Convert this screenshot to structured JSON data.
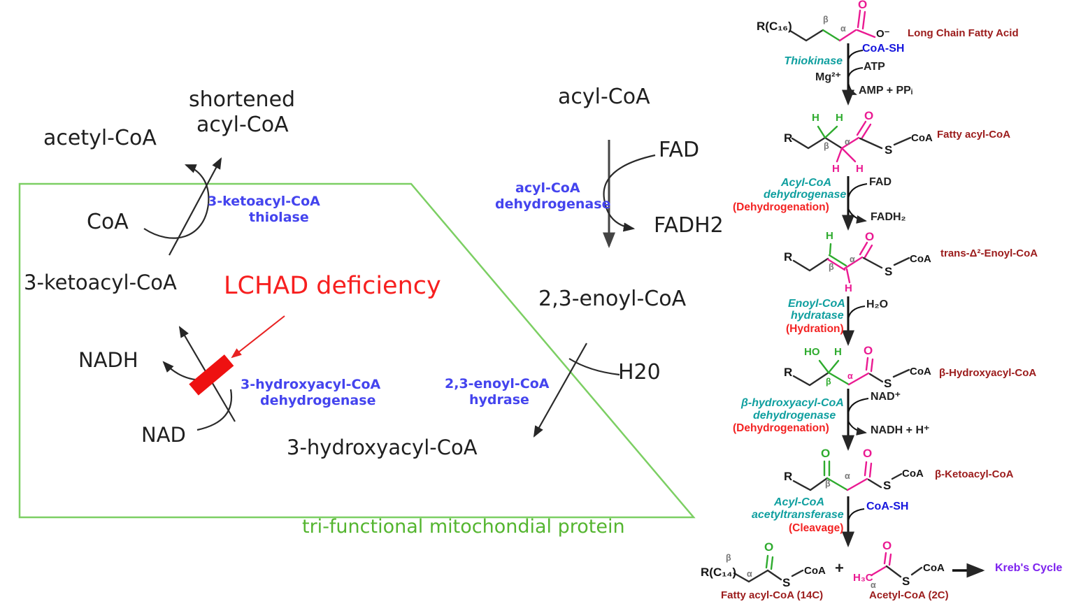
{
  "colors": {
    "enzyme_blue": "#4444ee",
    "deficiency_red": "#f71f1f",
    "box_green": "#7ccf63",
    "label_green": "#54b52f",
    "compound_dark_red": "#9b1b1b",
    "enzyme_teal": "#0f9f9f",
    "reaction_red": "#f32222",
    "coash_blue": "#1616dd",
    "bond_pink": "#ea1a92",
    "bond_green": "#2eab2e",
    "krebs_purple": "#7d22ee",
    "block_red": "#ee1111"
  },
  "left": {
    "acetyl_coa": "acetyl-CoA",
    "shortened_1": "shortened",
    "shortened_2": "acyl-CoA",
    "coa": "CoA",
    "enz_thiolase_1": "3-ketoacyl-CoA",
    "enz_thiolase_2": "thiolase",
    "ketoacyl": "3-ketoacyl-CoA",
    "lchad": "LCHAD deficiency",
    "nadh": "NADH",
    "nad": "NAD",
    "enz_hadh_1": "3-hydroxyacyl-CoA",
    "enz_hadh_2": "dehydrogenase",
    "hydroxyacyl": "3-hydroxyacyl-CoA",
    "acyl_coa": "acyl-CoA",
    "fad": "FAD",
    "fadh2": "FADH2",
    "enz_acd_1": "acyl-CoA",
    "enz_acd_2": "dehydrogenase",
    "enoyl": "2,3-enoyl-CoA",
    "h2o": "H20",
    "enz_hydrase_1": "2,3-enoyl-CoA",
    "enz_hydrase_2": "hydrase",
    "box_label": "tri-functional mitochondial protein"
  },
  "right": {
    "compound_1": "Long Chain Fatty Acid",
    "compound_2": "Fatty acyl-CoA",
    "compound_3": "trans-Δ²-Enoyl-CoA",
    "compound_4": "β-Hydroxyacyl-CoA",
    "compound_5": "β-Ketoacyl-CoA",
    "compound_6": "Fatty acyl-CoA (14C)",
    "compound_7": "Acetyl-CoA (2C)",
    "plus": "+",
    "krebs": "Kreb's Cycle",
    "step1": {
      "enzyme": "Thiokinase",
      "in1": "CoA-SH",
      "in2": "ATP",
      "cofactor": "Mg²⁺",
      "out": "AMP + PPᵢ"
    },
    "step2": {
      "enzyme_1": "Acyl-CoA",
      "enzyme_2": "dehydrogenase",
      "reaction": "(Dehydrogenation)",
      "in": "FAD",
      "out": "FADH₂"
    },
    "step3": {
      "enzyme_1": "Enoyl-CoA",
      "enzyme_2": "hydratase",
      "reaction": "(Hydration)",
      "in": "H₂O"
    },
    "step4": {
      "enzyme_1": "β-hydroxyacyl-CoA",
      "enzyme_2": "dehydrogenase",
      "reaction": "(Dehydrogenation)",
      "in": "NAD⁺",
      "out": "NADH + H⁺"
    },
    "step5": {
      "enzyme_1": "Acyl-CoA",
      "enzyme_2": "acetyltransferase",
      "reaction": "(Cleavage)",
      "in": "CoA-SH"
    }
  },
  "atoms": {
    "R": "R",
    "RC16": "R(C₁₆)",
    "RC14": "R(C₁₄)",
    "O": "O",
    "O_minus": "O⁻",
    "S": "S",
    "CoA": "CoA",
    "H": "H",
    "HO": "HO",
    "H3C": "H₃C",
    "alpha": "α",
    "beta": "β"
  }
}
